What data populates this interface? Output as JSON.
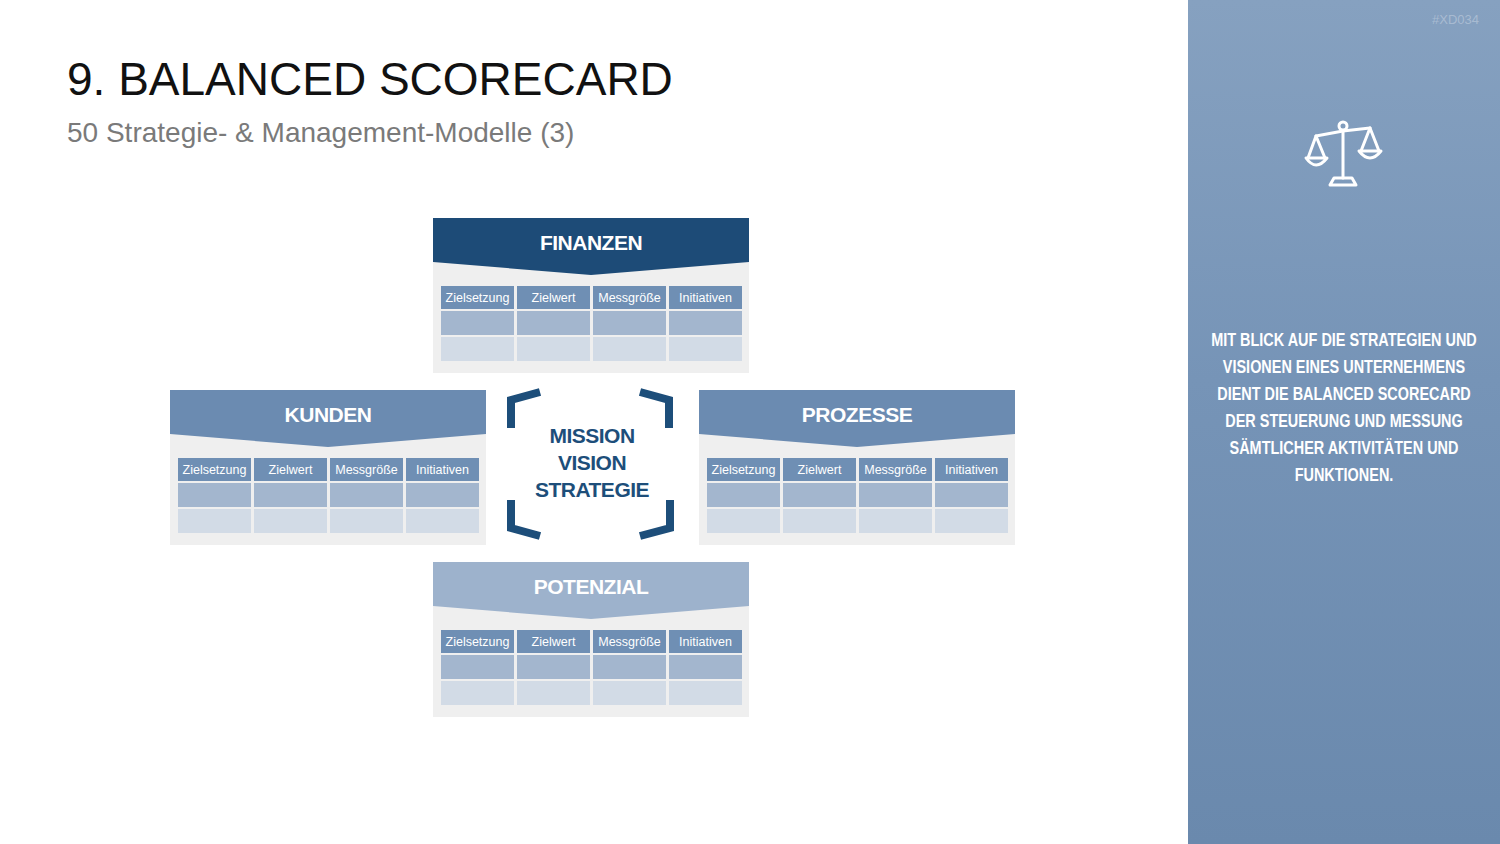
{
  "diagram": {
    "title": "9. BALANCED SCORECARD",
    "nodes": [
      {
        "text": [
          "FINANZEN"
        ]
      },
      {
        "text": [
          "Zielsetzung"
        ],
        "in": 0
      },
      {
        "text": [
          "Zielwert"
        ],
        "in": 0
      },
      {
        "text": [
          "Messgröße"
        ],
        "in": 0
      },
      {
        "text": [
          "Initiativen"
        ],
        "in": 0
      },
      {
        "text": [
          "KUNDEN"
        ]
      },
      {
        "text": [
          "Zielsetzung"
        ],
        "in": 5
      },
      {
        "text": [
          "Zielwert"
        ],
        "in": 5
      },
      {
        "text": [
          "Messgröße"
        ],
        "in": 5
      },
      {
        "text": [
          "Initiativen"
        ],
        "in": 5
      },
      {
        "text": [
          "MISSION VISION STRATEGIE"
        ]
      },
      {
        "text": [
          "PROZESSE"
        ]
      },
      {
        "text": [
          "Zielsetzung"
        ],
        "in": 11
      },
      {
        "text": [
          "Zielwert"
        ],
        "in": 11
      },
      {
        "text": [
          "Messgröße"
        ],
        "in": 11
      },
      {
        "text": [
          "Initiativen"
        ],
        "in": 11
      },
      {
        "text": [
          "POTENZIAL"
        ]
      },
      {
        "text": [
          "Zielsetzung"
        ],
        "in": 16
      },
      {
        "text": [
          "Zielwert"
        ],
        "in": 16
      },
      {
        "text": [
          "Messgröße"
        ],
        "in": 16
      },
      {
        "text": [
          "Initiativen"
        ],
        "in": 16
      },
      {
        "text": [
          "MIT BLICK AUF DIE STRATEGIEN UND VISIONEN EINES UNTERNEHMENS DIENT DIE BALANCED SCORECARD DER STEUERUNG UND MESSUNG SÄMTLICHER AKTIVITÄTEN UND FUNKTIONEN."
        ]
      }
    ],
    "labels": [
      "50 Strategie- & Management-Modelle (3)",
      "#XD034"
    ]
  }
}
